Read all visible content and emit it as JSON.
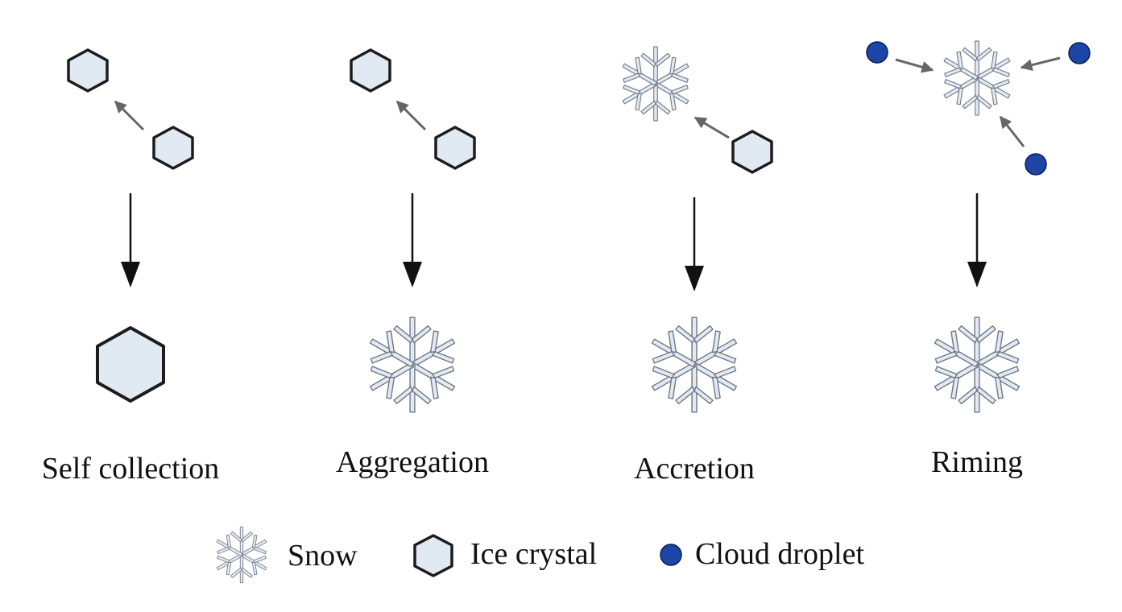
{
  "processes": [
    {
      "label": "Self collection",
      "result": "Ice crystal"
    },
    {
      "label": "Aggregation",
      "result": "Snow"
    },
    {
      "label": "Accretion",
      "result": "Snow"
    },
    {
      "label": "Riming",
      "result": "Snow"
    }
  ],
  "legend": {
    "snow": "Snow",
    "ice_crystal": "Ice crystal",
    "cloud_droplet": "Cloud droplet"
  },
  "colors": {
    "ice_fill": "#e1e9f3",
    "ice_stroke": "#1c1c1c",
    "snow_fill": "#e1e9f3",
    "snow_stroke": "#6e7682",
    "droplet_fill": "#1c45a5",
    "droplet_stroke": "#0a1e5a",
    "small_arrow": "#666666",
    "main_arrow": "#111111"
  },
  "icons": {
    "snow": "snowflake-icon",
    "ice_crystal": "hexagon-icon",
    "cloud_droplet": "circle-icon"
  }
}
